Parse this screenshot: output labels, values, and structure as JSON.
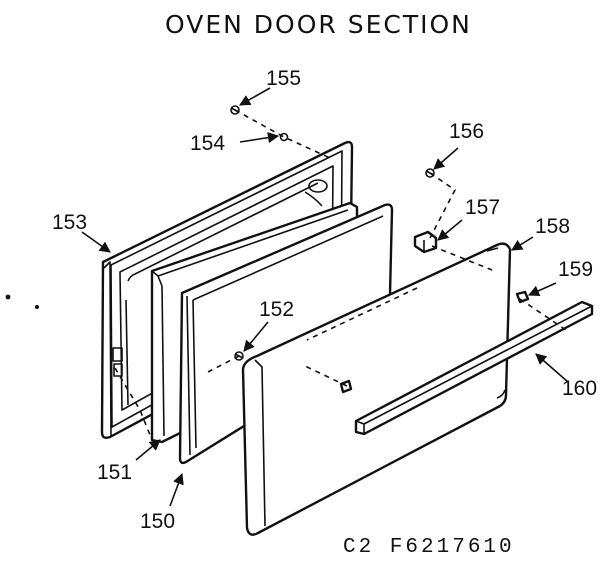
{
  "title": "OVEN DOOR SECTION",
  "drawing_code": "C2 F6217610",
  "parts": [
    {
      "id": "p150",
      "label": "150"
    },
    {
      "id": "p151",
      "label": "151"
    },
    {
      "id": "p152",
      "label": "152"
    },
    {
      "id": "p153",
      "label": "153"
    },
    {
      "id": "p154",
      "label": "154"
    },
    {
      "id": "p155",
      "label": "155"
    },
    {
      "id": "p156",
      "label": "156"
    },
    {
      "id": "p157",
      "label": "157"
    },
    {
      "id": "p158",
      "label": "158"
    },
    {
      "id": "p159",
      "label": "159"
    },
    {
      "id": "p160",
      "label": "160"
    }
  ]
}
